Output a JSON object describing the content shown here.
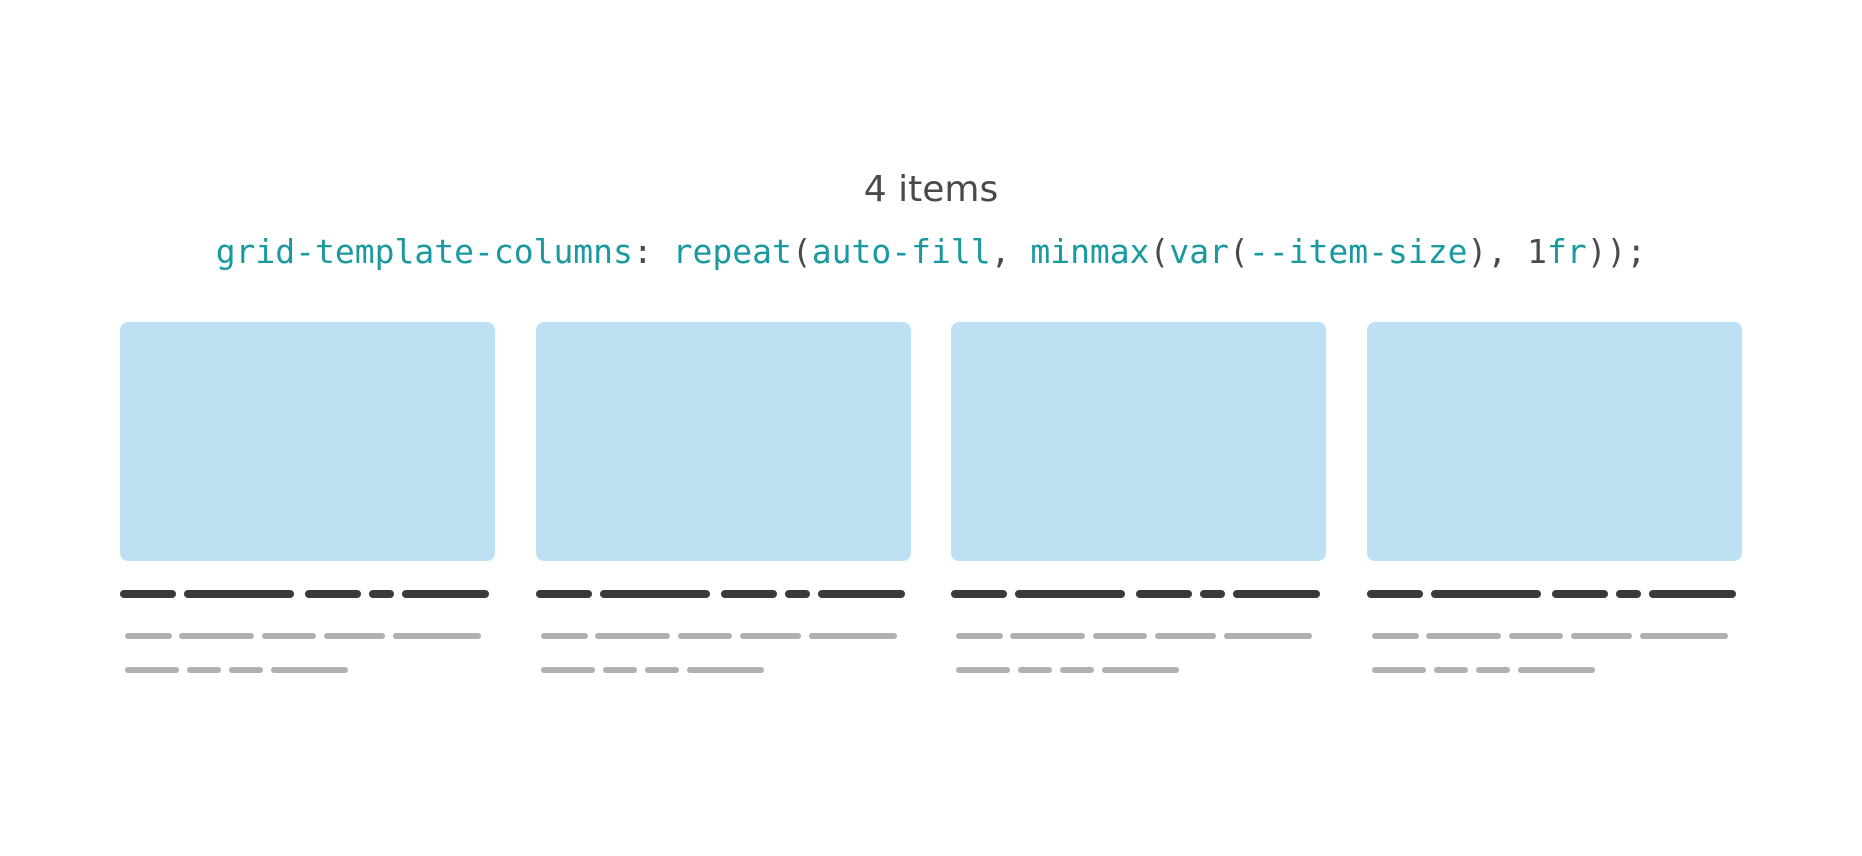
{
  "title": "4 items",
  "code": {
    "property": "grid-template-columns",
    "colon": ": ",
    "fn_repeat": "repeat",
    "paren_open_1": "(",
    "keyword": "auto-fill",
    "comma_1": ", ",
    "fn_minmax": "minmax",
    "paren_open_2": "(",
    "fn_var": "var",
    "paren_open_3": "(",
    "custom_prop": "--item-size",
    "close_var": "), ",
    "number": "1",
    "unit": "fr",
    "closing": "));"
  },
  "items": [
    {
      "id": "item-1"
    },
    {
      "id": "item-2"
    },
    {
      "id": "item-3"
    },
    {
      "id": "item-4"
    }
  ],
  "colors": {
    "thumbnail": "#bde1f2",
    "heading_placeholder": "#3a3a3a",
    "text_placeholder": "#b0b0b0",
    "code_token": "#1a9aa0",
    "code_punctuation": "#4a4a4a"
  }
}
